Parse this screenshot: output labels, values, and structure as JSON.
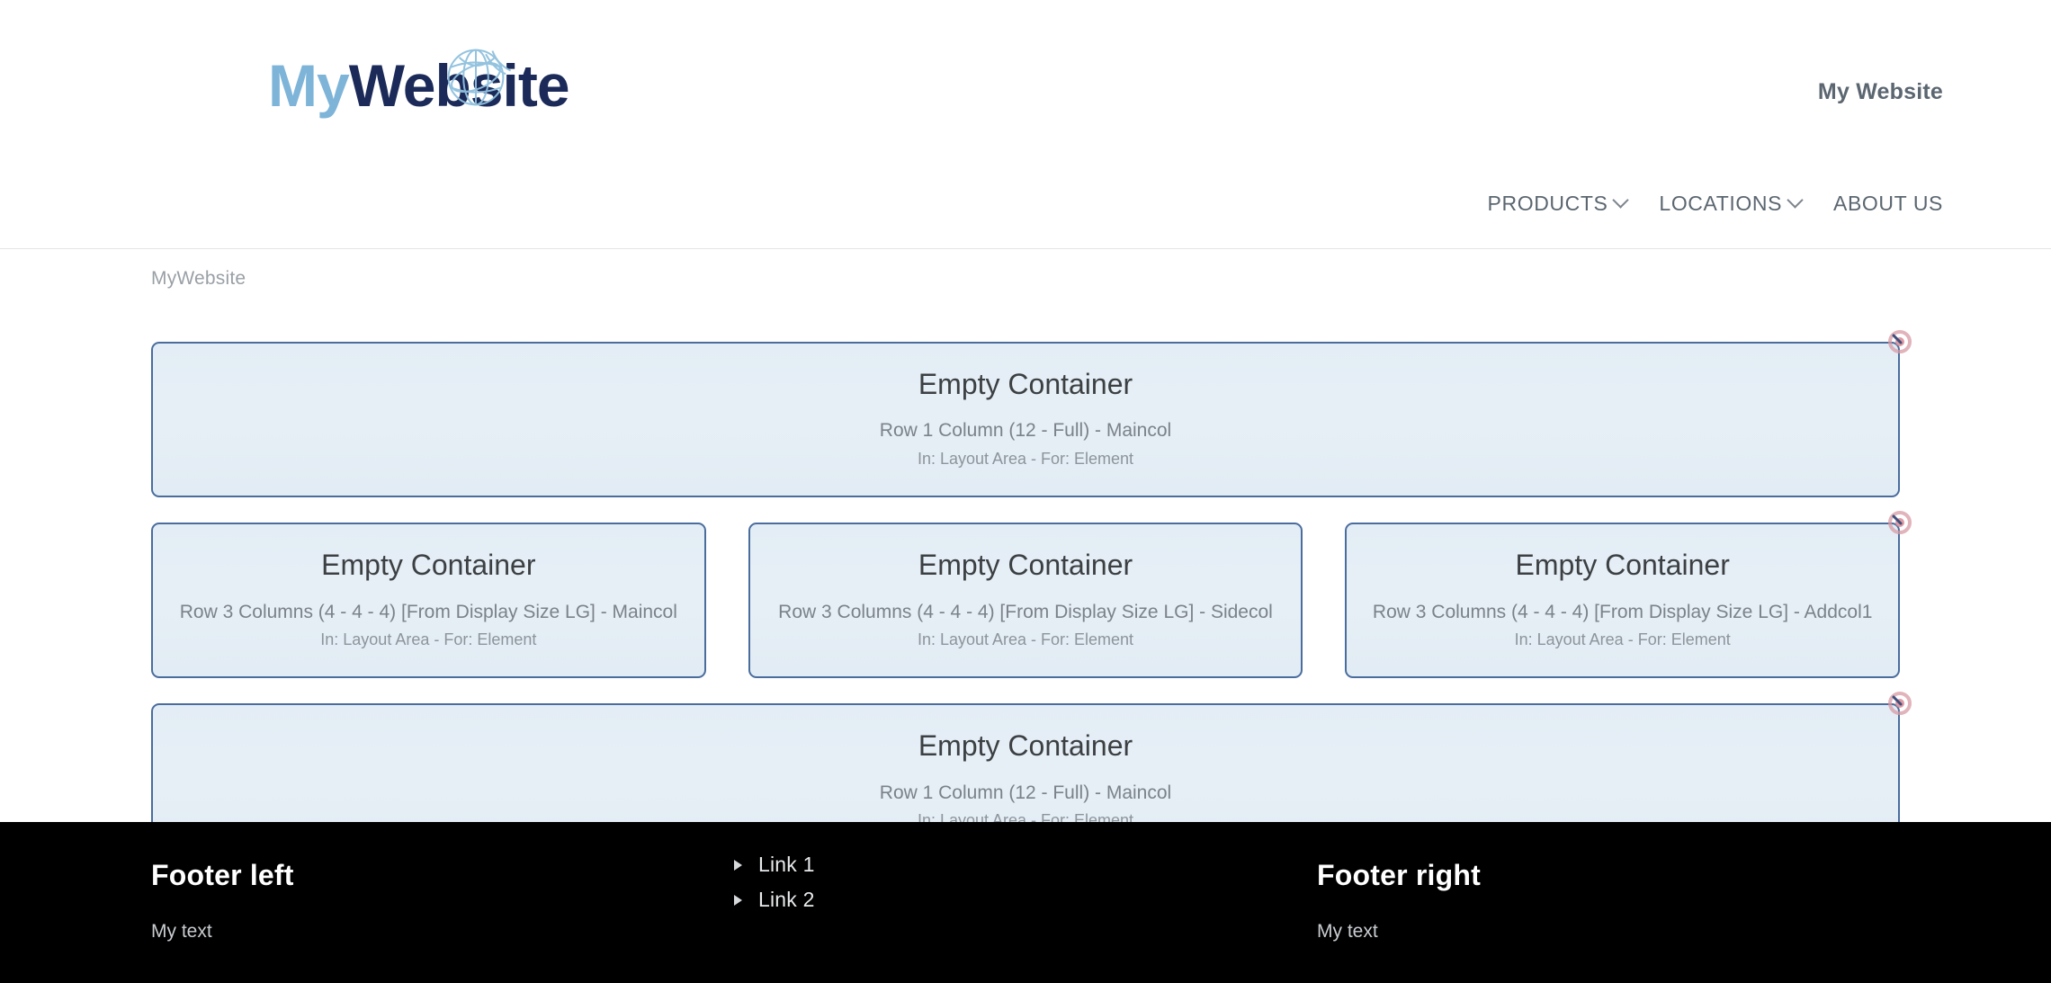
{
  "header": {
    "logo": {
      "part1": "My",
      "part2": "Website",
      "icon": "globe-icon",
      "color_part1": "#7db4d8",
      "color_part2": "#1b2a58"
    },
    "brand_name": "My Website",
    "nav": [
      {
        "label": "PRODUCTS",
        "has_dropdown": true,
        "icon": "chevron-down-icon"
      },
      {
        "label": "LOCATIONS",
        "has_dropdown": true,
        "icon": "chevron-down-icon"
      },
      {
        "label": "ABOUT US",
        "has_dropdown": false,
        "icon": ""
      }
    ]
  },
  "breadcrumb": "MyWebsite",
  "content": {
    "rows": [
      {
        "marker_icon": "target-marker-icon",
        "columns": [
          {
            "title": "Empty Container",
            "sub1": "Row 1 Column (12 - Full) - Maincol",
            "sub2": "In: Layout Area - For: Element"
          }
        ]
      },
      {
        "marker_icon": "target-marker-icon",
        "columns": [
          {
            "title": "Empty Container",
            "sub1": "Row 3 Columns (4 - 4 - 4) [From Display Size LG] - Maincol",
            "sub2": "In: Layout Area - For: Element"
          },
          {
            "title": "Empty Container",
            "sub1": "Row 3 Columns (4 - 4 - 4) [From Display Size LG] - Sidecol",
            "sub2": "In: Layout Area - For: Element"
          },
          {
            "title": "Empty Container",
            "sub1": "Row 3 Columns (4 - 4 - 4) [From Display Size LG] - Addcol1",
            "sub2": "In: Layout Area - For: Element"
          }
        ]
      },
      {
        "marker_icon": "target-marker-icon",
        "columns": [
          {
            "title": "Empty Container",
            "sub1": "Row 1 Column (12 - Full) - Maincol",
            "sub2": "In: Layout Area - For: Element"
          }
        ]
      }
    ]
  },
  "footer": {
    "left": {
      "heading": "Footer left",
      "text": "My text"
    },
    "links": [
      {
        "label": "Link 1",
        "bullet_icon": "triangle-bullet-icon"
      },
      {
        "label": "Link 2",
        "bullet_icon": "triangle-bullet-icon"
      }
    ],
    "right": {
      "heading": "Footer right",
      "text": "My text"
    },
    "background_color": "#000000"
  },
  "theme": {
    "container_border": "#4a6d9e",
    "container_fill": "#e4eef5",
    "marker_color": "#cf8a94",
    "nav_text": "#5b6670"
  }
}
